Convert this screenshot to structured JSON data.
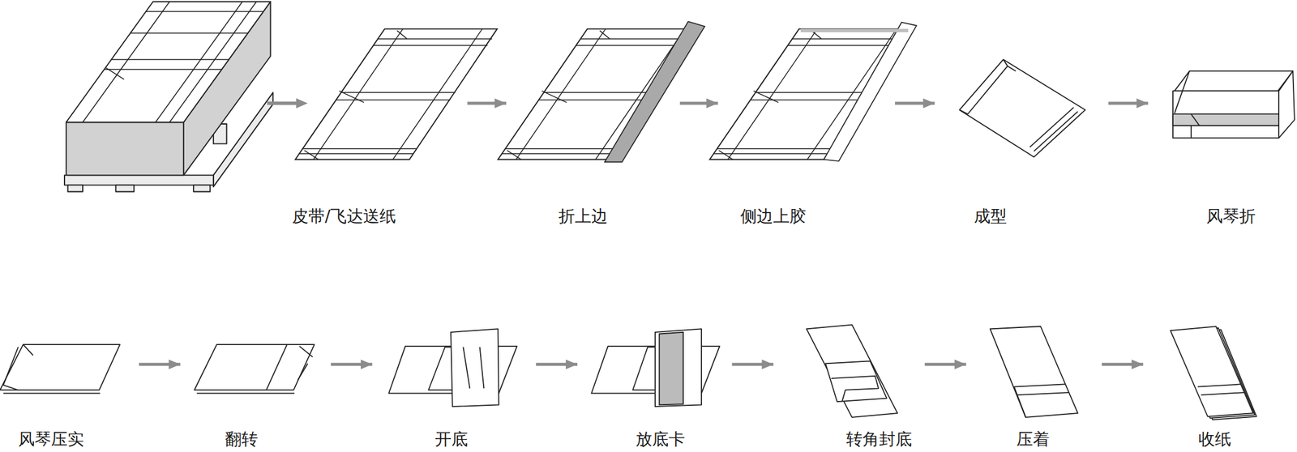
{
  "diagram": {
    "nodes": [
      {
        "text": [
          "皮带/飞达送纸"
        ]
      },
      {
        "text": [
          "折上边"
        ]
      },
      {
        "text": [
          "侧边上胶"
        ]
      },
      {
        "text": [
          "成型"
        ]
      },
      {
        "text": [
          "风琴折"
        ]
      },
      {
        "text": [
          "风琴压实"
        ]
      },
      {
        "text": [
          "翻转"
        ]
      },
      {
        "text": [
          "开底"
        ]
      },
      {
        "text": [
          "放底卡"
        ]
      },
      {
        "text": [
          "转角封底"
        ]
      },
      {
        "text": [
          "压着"
        ]
      },
      {
        "text": [
          "收纸"
        ]
      }
    ],
    "edges": [
      {
        "from": 0,
        "to": 1,
        "arrow": "to"
      },
      {
        "from": 1,
        "to": 2,
        "arrow": "to"
      },
      {
        "from": 2,
        "to": 3,
        "arrow": "to"
      },
      {
        "from": 3,
        "to": 4,
        "arrow": "to"
      },
      {
        "from": 5,
        "to": 6,
        "arrow": "to"
      },
      {
        "from": 6,
        "to": 7,
        "arrow": "to"
      },
      {
        "from": 7,
        "to": 8,
        "arrow": "to"
      },
      {
        "from": 8,
        "to": 9,
        "arrow": "to"
      },
      {
        "from": 9,
        "to": 10,
        "arrow": "to"
      },
      {
        "from": 10,
        "to": 11,
        "arrow": "to"
      }
    ]
  }
}
